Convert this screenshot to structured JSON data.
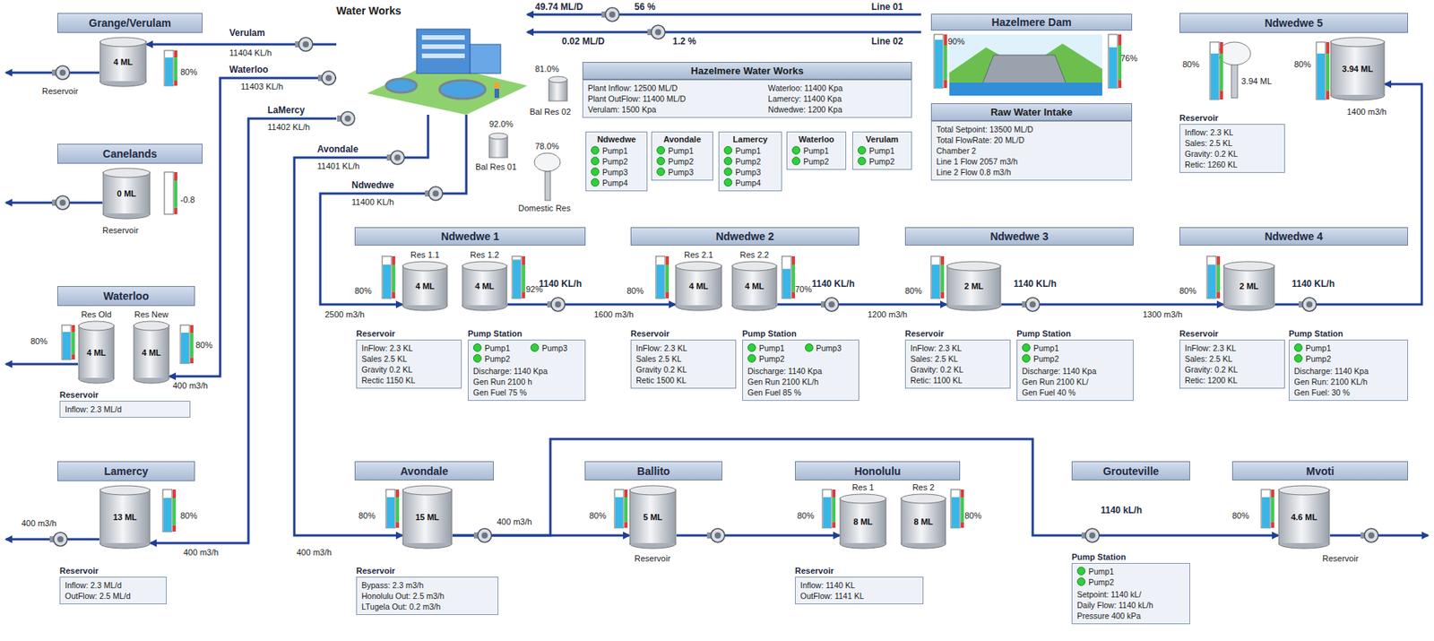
{
  "diagram": {
    "nodes": [
      {
        "text": [
          "Grange/Verulam"
        ]
      },
      {
        "text": [
          "4 ML"
        ]
      },
      {
        "text": [
          "Canelands"
        ]
      },
      {
        "text": [
          "0 ML"
        ]
      },
      {
        "text": [
          "Waterloo"
        ]
      },
      {
        "text": [
          "Res Old",
          "4 ML"
        ]
      },
      {
        "text": [
          "Res New",
          "4 ML"
        ]
      },
      {
        "text": [
          "Reservoir",
          "Inflow: 2.3 ML/d"
        ]
      },
      {
        "text": [
          "Lamercy"
        ]
      },
      {
        "text": [
          "13 ML"
        ]
      },
      {
        "text": [
          "Reservoir",
          "Inflow: 2.3 ML/d",
          "OutFlow: 2.5 ML/d"
        ]
      },
      {
        "text": [
          "Water Works"
        ]
      },
      {
        "text": [
          "Hazelmere Water Works",
          "Plant Inflow: 12500 ML/D",
          "Waterloo: 11400 Kpa",
          "Plant OutFlow: 11400 ML/D",
          "Lamercy: 11400 Kpa",
          "Verulam: 1500 Kpa",
          "Ndwedwe: 1200 Kpa"
        ]
      },
      {
        "text": [
          "Ndwedwe",
          "Pump1",
          "Pump2",
          "Pump3",
          "Pump4"
        ]
      },
      {
        "text": [
          "Avondale",
          "Pump1",
          "Pump2",
          "Pump3"
        ]
      },
      {
        "text": [
          "Lamercy",
          "Pump1",
          "Pump2",
          "Pump3",
          "Pump4"
        ]
      },
      {
        "text": [
          "Waterloo",
          "Pump1",
          "Pump2"
        ]
      },
      {
        "text": [
          "Verulam",
          "Pump1",
          "Pump2"
        ]
      },
      {
        "text": [
          "Hazelmere Dam"
        ]
      },
      {
        "text": [
          "Raw Water Intake",
          "Total Setpoint: 13500 ML/D",
          "Total FlowRate: 20 ML/D",
          "Chamber 2",
          "Line 1 Flow 2057 m3/h",
          "Line 2 Flow 0.8 m3/h"
        ]
      },
      {
        "text": [
          "Ndwedwe 5"
        ]
      },
      {
        "text": [
          "3.94 ML"
        ]
      },
      {
        "text": [
          "Reservoir",
          "Inflow: 2.3 KL",
          "Sales: 2.5 KL",
          "Gravity: 0.2 KL",
          "Retic: 1260 KL"
        ]
      },
      {
        "text": [
          "Ndwedwe 1"
        ]
      },
      {
        "text": [
          "Res 1.1",
          "4 ML"
        ]
      },
      {
        "text": [
          "Res 1.2",
          "4 ML"
        ]
      },
      {
        "text": [
          "Reservoir",
          "InFlow: 2.3 KL",
          "Sales 2.5 KL",
          "Gravity 0.2 KL",
          "Rectic 1150 KL"
        ]
      },
      {
        "text": [
          "Pump Station",
          "Pump1",
          "Pump3",
          "Pump2",
          "Discharge: 1140 Kpa",
          "Gen Run 2100 h",
          "Gen Fuel 75 %"
        ]
      },
      {
        "text": [
          "Ndwedwe 2"
        ]
      },
      {
        "text": [
          "Res 2.1",
          "4 ML"
        ]
      },
      {
        "text": [
          "Res 2.2",
          "4 ML"
        ]
      },
      {
        "text": [
          "Reservoir",
          "InFlow: 2.3 KL",
          "Sales 2.5 KL",
          "Gravity 0.2 KL",
          "Retic 1500 KL"
        ]
      },
      {
        "text": [
          "Pump Station",
          "Pump1",
          "Pump3",
          "Pump2",
          "Discharge: 1140 Kpa",
          "Gen Run 2100 KL/h",
          "Gen Fuel 85 %"
        ]
      },
      {
        "text": [
          "Ndwedwe 3"
        ]
      },
      {
        "text": [
          "2 ML"
        ]
      },
      {
        "text": [
          "Reservoir",
          "InFlow: 2.3 KL",
          "Sales: 2.5 KL",
          "Gravity: 0.2 KL",
          "Retic: 1100 KL"
        ]
      },
      {
        "text": [
          "Pump Station",
          "Pump1",
          "Pump2",
          "Discharge: 1140 Kpa",
          "Gen Run 2100 KL/",
          "Gen Fuel 40 %"
        ]
      },
      {
        "text": [
          "Ndwedwe 4"
        ]
      },
      {
        "text": [
          "2 ML"
        ]
      },
      {
        "text": [
          "Reservoir",
          "InFlow: 2.3 KL",
          "Sales: 2.5 KL",
          "Gravity: 0.2 KL",
          "Retic: 1200 KL"
        ]
      },
      {
        "text": [
          "Pump Station",
          "Pump1",
          "Pump2",
          "Discharge: 1140 Kpa",
          "Gen Run: 2100 KL/h",
          "Gen Fuel: 30 %"
        ]
      },
      {
        "text": [
          "Avondale"
        ]
      },
      {
        "text": [
          "15 ML"
        ]
      },
      {
        "text": [
          "Reservoir",
          "Bypass: 2.3 m3/h",
          "Honolulu Out: 2.5 m3/h",
          "LTugela Out: 0.2 m3/h"
        ]
      },
      {
        "text": [
          "Ballito"
        ]
      },
      {
        "text": [
          "5 ML"
        ]
      },
      {
        "text": [
          "Honolulu"
        ]
      },
      {
        "text": [
          "Res 1",
          "8 ML"
        ]
      },
      {
        "text": [
          "Res 2",
          "8 ML"
        ]
      },
      {
        "text": [
          "Reservoir",
          "Inflow: 1140 KL",
          "OutFlow: 1141 KL"
        ]
      },
      {
        "text": [
          "Grouteville"
        ]
      },
      {
        "text": [
          "Pump Station",
          "Pump1",
          "Pump2",
          "Setpoint: 1140 kL/",
          "Daily Flow: 1140 kL/h",
          "Pressure 400 kPa"
        ]
      },
      {
        "text": [
          "Mvoti"
        ]
      },
      {
        "text": [
          "4.6 ML"
        ]
      }
    ],
    "edges": [
      {
        "from": 11,
        "to": 1,
        "arrow": "to"
      },
      {
        "from": 11,
        "to": 6,
        "arrow": "to"
      },
      {
        "from": 11,
        "to": 9,
        "arrow": "to"
      },
      {
        "from": 11,
        "to": 42,
        "arrow": "to"
      },
      {
        "from": 11,
        "to": 24,
        "arrow": "to"
      },
      {
        "from": 25,
        "to": 29,
        "arrow": "to"
      },
      {
        "from": 30,
        "to": 34,
        "arrow": "to"
      },
      {
        "from": 34,
        "to": 38,
        "arrow": "to"
      },
      {
        "from": 38,
        "to": 21,
        "arrow": "to"
      },
      {
        "from": 42,
        "to": 45,
        "arrow": "to"
      },
      {
        "from": 42,
        "to": 53,
        "arrow": "to"
      },
      {
        "from": 45,
        "to": 47,
        "arrow": "to"
      }
    ],
    "labels": [
      "Reservoir",
      "80%",
      "Reservoir",
      "-0.8",
      "80%",
      "80%",
      "400 m3/h",
      "400 m3/h",
      "80%",
      "400 m3/h",
      "Verulam",
      "11404 KL/h",
      "Waterloo",
      "11403 KL/h",
      "LaMercy",
      "11402 KL/h",
      "Avondale",
      "11401 KL/h",
      "Ndwedwe",
      "11400 KL/h",
      "49.74 ML/D",
      "56 %",
      "Line 01",
      "0.02 ML/D",
      "1.2 %",
      "Line 02",
      "81.0%",
      "Bal Res 02",
      "92.0%",
      "Bal Res 01",
      "78.0%",
      "Domestic Res",
      "90%",
      "76%",
      "80%",
      "3.94 ML",
      "80%",
      "1400 m3/h",
      "80%",
      "92%",
      "1140 KL/h",
      "2500 m3/h",
      "80%",
      "70%",
      "1140 KL/h",
      "1600 m3/h",
      "80%",
      "1140 KL/h",
      "1200 m3/h",
      "80%",
      "1140 KL/h",
      "1300 m3/h",
      "80%",
      "400 m3/h",
      "400 m3/h",
      "80%",
      "Reservoir",
      "80%",
      "80%",
      "1140 kL/h",
      "80%",
      "Reservoir"
    ]
  }
}
